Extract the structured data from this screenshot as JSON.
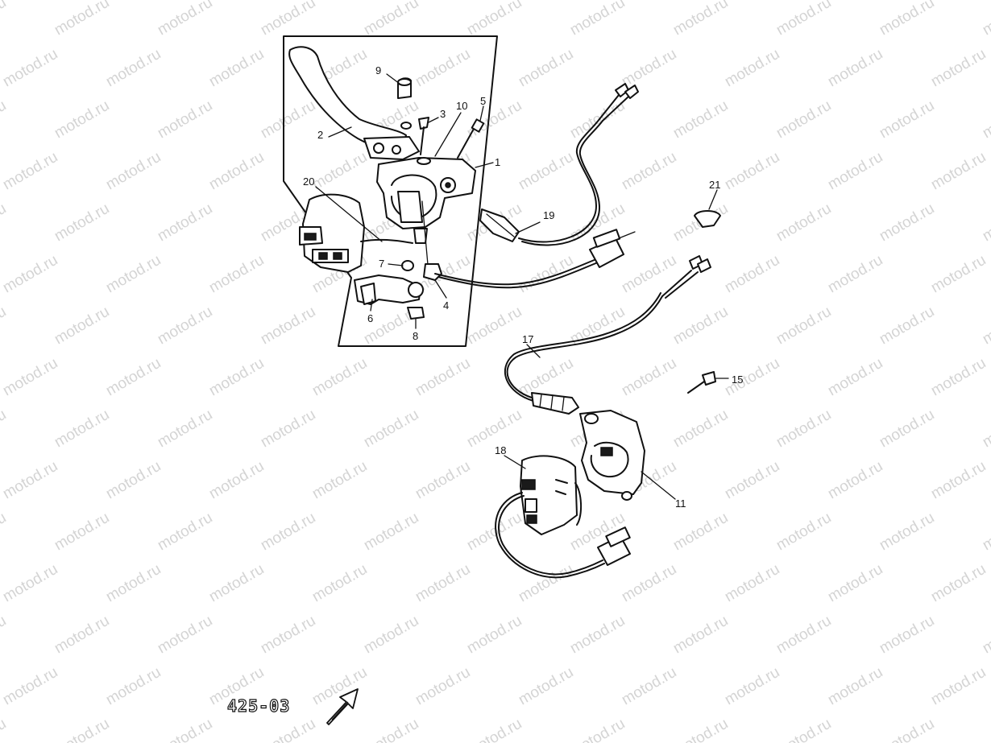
{
  "watermark": "motod.ru",
  "reference_code": "425-03",
  "callouts": [
    {
      "id": "c1",
      "label": "1"
    },
    {
      "id": "c2",
      "label": "2"
    },
    {
      "id": "c3",
      "label": "3"
    },
    {
      "id": "c4",
      "label": "4"
    },
    {
      "id": "c5",
      "label": "5"
    },
    {
      "id": "c6",
      "label": "6"
    },
    {
      "id": "c7",
      "label": "7"
    },
    {
      "id": "c8",
      "label": "8"
    },
    {
      "id": "c9",
      "label": "9"
    },
    {
      "id": "c10",
      "label": "10"
    },
    {
      "id": "c11",
      "label": "11"
    },
    {
      "id": "c15",
      "label": "15"
    },
    {
      "id": "c17",
      "label": "17"
    },
    {
      "id": "c18",
      "label": "18"
    },
    {
      "id": "c19",
      "label": "19"
    },
    {
      "id": "c20",
      "label": "20"
    },
    {
      "id": "c21",
      "label": "21"
    }
  ]
}
